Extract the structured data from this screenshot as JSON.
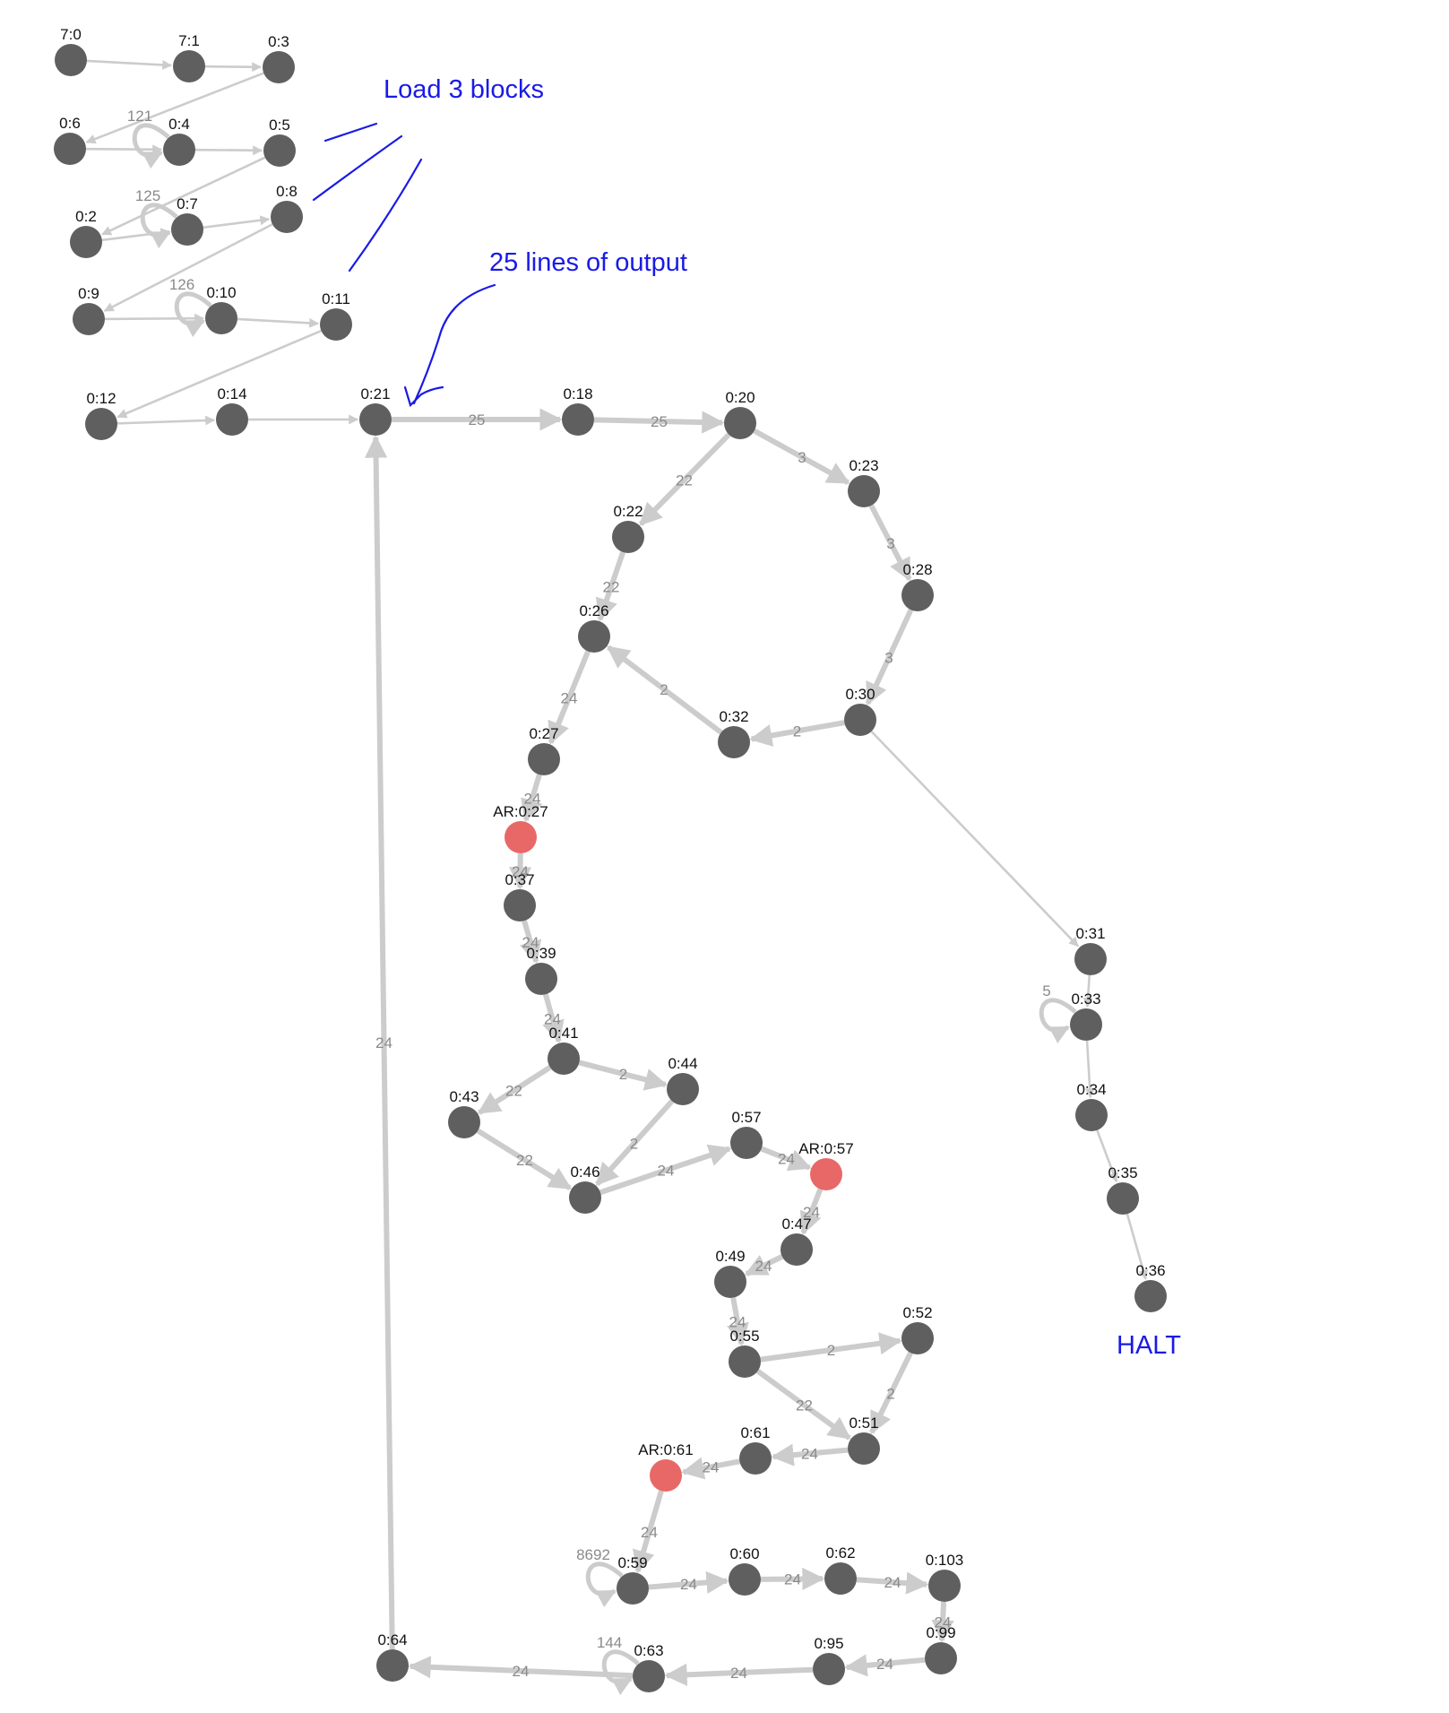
{
  "colors": {
    "node": "#5f5f5f",
    "node_highlight": "#e86868",
    "edge": "#cccccc",
    "edge_label": "#8a8a8a",
    "node_label": "#111111",
    "annotation": "#1a1ae6"
  },
  "annotations": {
    "load_blocks": "Load 3 blocks",
    "output_lines": "25 lines of output",
    "halt": "HALT"
  },
  "nodes": [
    {
      "id": "n_7_0",
      "label": "7:0"
    },
    {
      "id": "n_7_1",
      "label": "7:1"
    },
    {
      "id": "n_0_3",
      "label": "0:3"
    },
    {
      "id": "n_0_6",
      "label": "0:6"
    },
    {
      "id": "n_0_4",
      "label": "0:4"
    },
    {
      "id": "n_0_5",
      "label": "0:5"
    },
    {
      "id": "n_0_2",
      "label": "0:2"
    },
    {
      "id": "n_0_7",
      "label": "0:7"
    },
    {
      "id": "n_0_8",
      "label": "0:8"
    },
    {
      "id": "n_0_9",
      "label": "0:9"
    },
    {
      "id": "n_0_10",
      "label": "0:10"
    },
    {
      "id": "n_0_11",
      "label": "0:11"
    },
    {
      "id": "n_0_12",
      "label": "0:12"
    },
    {
      "id": "n_0_14",
      "label": "0:14"
    },
    {
      "id": "n_0_21",
      "label": "0:21"
    },
    {
      "id": "n_0_18",
      "label": "0:18"
    },
    {
      "id": "n_0_20",
      "label": "0:20"
    },
    {
      "id": "n_0_23",
      "label": "0:23"
    },
    {
      "id": "n_0_22",
      "label": "0:22"
    },
    {
      "id": "n_0_28",
      "label": "0:28"
    },
    {
      "id": "n_0_26",
      "label": "0:26"
    },
    {
      "id": "n_0_30",
      "label": "0:30"
    },
    {
      "id": "n_0_32",
      "label": "0:32"
    },
    {
      "id": "n_0_27",
      "label": "0:27"
    },
    {
      "id": "n_ar_0_27",
      "label": "AR:0:27",
      "highlight": true
    },
    {
      "id": "n_0_37",
      "label": "0:37"
    },
    {
      "id": "n_0_39",
      "label": "0:39"
    },
    {
      "id": "n_0_41",
      "label": "0:41"
    },
    {
      "id": "n_0_44",
      "label": "0:44"
    },
    {
      "id": "n_0_43",
      "label": "0:43"
    },
    {
      "id": "n_0_46",
      "label": "0:46"
    },
    {
      "id": "n_0_57",
      "label": "0:57"
    },
    {
      "id": "n_ar_0_57",
      "label": "AR:0:57",
      "highlight": true
    },
    {
      "id": "n_0_47",
      "label": "0:47"
    },
    {
      "id": "n_0_49",
      "label": "0:49"
    },
    {
      "id": "n_0_55",
      "label": "0:55"
    },
    {
      "id": "n_0_52",
      "label": "0:52"
    },
    {
      "id": "n_0_51",
      "label": "0:51"
    },
    {
      "id": "n_0_61",
      "label": "0:61"
    },
    {
      "id": "n_ar_0_61",
      "label": "AR:0:61",
      "highlight": true
    },
    {
      "id": "n_0_59",
      "label": "0:59"
    },
    {
      "id": "n_0_60",
      "label": "0:60"
    },
    {
      "id": "n_0_62",
      "label": "0:62"
    },
    {
      "id": "n_0_103",
      "label": "0:103"
    },
    {
      "id": "n_0_99",
      "label": "0:99"
    },
    {
      "id": "n_0_95",
      "label": "0:95"
    },
    {
      "id": "n_0_63",
      "label": "0:63"
    },
    {
      "id": "n_0_64",
      "label": "0:64"
    },
    {
      "id": "n_0_31",
      "label": "0:31"
    },
    {
      "id": "n_0_33",
      "label": "0:33"
    },
    {
      "id": "n_0_34",
      "label": "0:34"
    },
    {
      "id": "n_0_35",
      "label": "0:35"
    },
    {
      "id": "n_0_36",
      "label": "0:36"
    }
  ],
  "edges": [
    {
      "from": "n_7_0",
      "to": "n_7_1",
      "label": ""
    },
    {
      "from": "n_7_1",
      "to": "n_0_3",
      "label": ""
    },
    {
      "from": "n_0_3",
      "to": "n_0_6",
      "label": ""
    },
    {
      "from": "n_0_6",
      "to": "n_0_4",
      "label": ""
    },
    {
      "from": "n_0_4",
      "to": "n_0_4",
      "label": "121"
    },
    {
      "from": "n_0_4",
      "to": "n_0_5",
      "label": ""
    },
    {
      "from": "n_0_5",
      "to": "n_0_2",
      "label": ""
    },
    {
      "from": "n_0_2",
      "to": "n_0_7",
      "label": ""
    },
    {
      "from": "n_0_7",
      "to": "n_0_7",
      "label": "125"
    },
    {
      "from": "n_0_7",
      "to": "n_0_8",
      "label": ""
    },
    {
      "from": "n_0_8",
      "to": "n_0_9",
      "label": ""
    },
    {
      "from": "n_0_9",
      "to": "n_0_10",
      "label": ""
    },
    {
      "from": "n_0_10",
      "to": "n_0_10",
      "label": "126"
    },
    {
      "from": "n_0_10",
      "to": "n_0_11",
      "label": ""
    },
    {
      "from": "n_0_11",
      "to": "n_0_12",
      "label": ""
    },
    {
      "from": "n_0_12",
      "to": "n_0_14",
      "label": ""
    },
    {
      "from": "n_0_14",
      "to": "n_0_21",
      "label": ""
    },
    {
      "from": "n_0_21",
      "to": "n_0_18",
      "label": "25"
    },
    {
      "from": "n_0_18",
      "to": "n_0_20",
      "label": "25"
    },
    {
      "from": "n_0_20",
      "to": "n_0_23",
      "label": "3"
    },
    {
      "from": "n_0_20",
      "to": "n_0_22",
      "label": "22"
    },
    {
      "from": "n_0_23",
      "to": "n_0_28",
      "label": "3"
    },
    {
      "from": "n_0_28",
      "to": "n_0_30",
      "label": "3"
    },
    {
      "from": "n_0_30",
      "to": "n_0_32",
      "label": "2"
    },
    {
      "from": "n_0_32",
      "to": "n_0_26",
      "label": "2"
    },
    {
      "from": "n_0_22",
      "to": "n_0_26",
      "label": "22"
    },
    {
      "from": "n_0_26",
      "to": "n_0_27",
      "label": "24"
    },
    {
      "from": "n_0_27",
      "to": "n_ar_0_27",
      "label": "24"
    },
    {
      "from": "n_ar_0_27",
      "to": "n_0_37",
      "label": "24"
    },
    {
      "from": "n_0_37",
      "to": "n_0_39",
      "label": "24"
    },
    {
      "from": "n_0_39",
      "to": "n_0_41",
      "label": "24"
    },
    {
      "from": "n_0_41",
      "to": "n_0_44",
      "label": "2"
    },
    {
      "from": "n_0_41",
      "to": "n_0_43",
      "label": "22"
    },
    {
      "from": "n_0_43",
      "to": "n_0_46",
      "label": "22"
    },
    {
      "from": "n_0_44",
      "to": "n_0_46",
      "label": "2"
    },
    {
      "from": "n_0_46",
      "to": "n_0_57",
      "label": "24"
    },
    {
      "from": "n_0_57",
      "to": "n_ar_0_57",
      "label": "24"
    },
    {
      "from": "n_ar_0_57",
      "to": "n_0_47",
      "label": "24"
    },
    {
      "from": "n_0_47",
      "to": "n_0_49",
      "label": "24"
    },
    {
      "from": "n_0_49",
      "to": "n_0_55",
      "label": "24"
    },
    {
      "from": "n_0_55",
      "to": "n_0_52",
      "label": "2"
    },
    {
      "from": "n_0_55",
      "to": "n_0_51",
      "label": "22"
    },
    {
      "from": "n_0_52",
      "to": "n_0_51",
      "label": "2"
    },
    {
      "from": "n_0_51",
      "to": "n_0_61",
      "label": "24"
    },
    {
      "from": "n_0_61",
      "to": "n_ar_0_61",
      "label": "24"
    },
    {
      "from": "n_ar_0_61",
      "to": "n_0_59",
      "label": "24"
    },
    {
      "from": "n_0_59",
      "to": "n_0_59",
      "label": "8692"
    },
    {
      "from": "n_0_59",
      "to": "n_0_60",
      "label": "24"
    },
    {
      "from": "n_0_60",
      "to": "n_0_62",
      "label": "24"
    },
    {
      "from": "n_0_62",
      "to": "n_0_103",
      "label": "24"
    },
    {
      "from": "n_0_103",
      "to": "n_0_99",
      "label": "24"
    },
    {
      "from": "n_0_99",
      "to": "n_0_95",
      "label": "24"
    },
    {
      "from": "n_0_95",
      "to": "n_0_63",
      "label": "24"
    },
    {
      "from": "n_0_63",
      "to": "n_0_63",
      "label": "144"
    },
    {
      "from": "n_0_63",
      "to": "n_0_64",
      "label": "24"
    },
    {
      "from": "n_0_64",
      "to": "n_0_21",
      "label": "24"
    },
    {
      "from": "n_0_30",
      "to": "n_0_31",
      "label": ""
    },
    {
      "from": "n_0_31",
      "to": "n_0_33",
      "label": ""
    },
    {
      "from": "n_0_33",
      "to": "n_0_33",
      "label": "5"
    },
    {
      "from": "n_0_33",
      "to": "n_0_34",
      "label": ""
    },
    {
      "from": "n_0_34",
      "to": "n_0_35",
      "label": ""
    },
    {
      "from": "n_0_35",
      "to": "n_0_36",
      "label": ""
    }
  ]
}
